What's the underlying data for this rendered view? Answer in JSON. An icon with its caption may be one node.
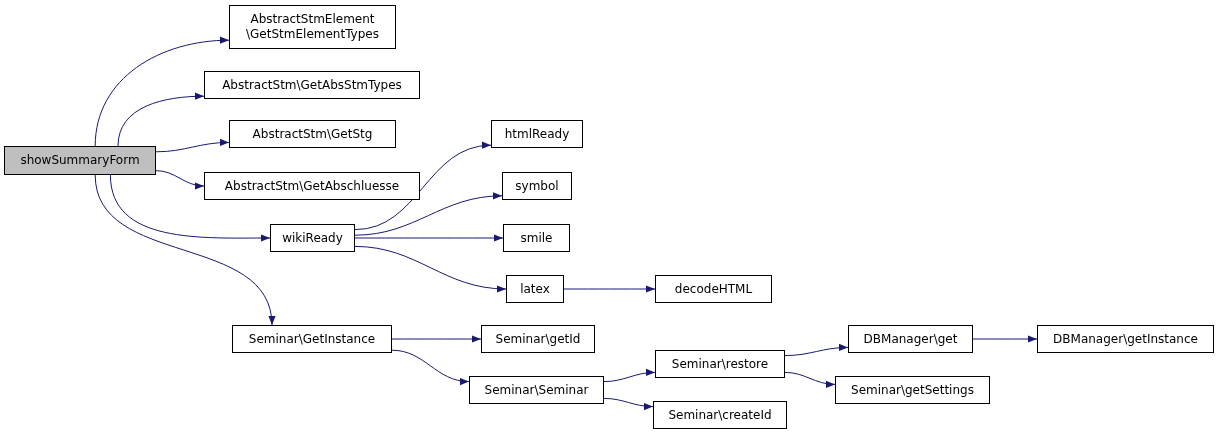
{
  "diagram": {
    "nodes": [
      {
        "text": [
          "showSummaryForm"
        ]
      },
      {
        "text": [
          "AbstractStmElement \\GetStmElementTypes"
        ]
      },
      {
        "text": [
          "AbstractStm\\GetAbsStmTypes"
        ]
      },
      {
        "text": [
          "AbstractStm\\GetStg"
        ]
      },
      {
        "text": [
          "AbstractStm\\GetAbschluesse"
        ]
      },
      {
        "text": [
          "wikiReady"
        ]
      },
      {
        "text": [
          "htmlReady"
        ]
      },
      {
        "text": [
          "symbol"
        ]
      },
      {
        "text": [
          "smile"
        ]
      },
      {
        "text": [
          "latex"
        ]
      },
      {
        "text": [
          "decodeHTML"
        ]
      },
      {
        "text": [
          "Seminar\\GetInstance"
        ]
      },
      {
        "text": [
          "Seminar\\getId"
        ]
      },
      {
        "text": [
          "Seminar\\Seminar"
        ]
      },
      {
        "text": [
          "Seminar\\restore"
        ]
      },
      {
        "text": [
          "Seminar\\createId"
        ]
      },
      {
        "text": [
          "DBManager\\get"
        ]
      },
      {
        "text": [
          "Seminar\\getSettings"
        ]
      },
      {
        "text": [
          "DBManager\\getInstance"
        ]
      }
    ],
    "edges": [
      {
        "from": 0,
        "to": 1,
        "arrow": "to"
      },
      {
        "from": 0,
        "to": 2,
        "arrow": "to"
      },
      {
        "from": 0,
        "to": 3,
        "arrow": "to"
      },
      {
        "from": 0,
        "to": 4,
        "arrow": "to"
      },
      {
        "from": 0,
        "to": 5,
        "arrow": "to"
      },
      {
        "from": 0,
        "to": 11,
        "arrow": "to"
      },
      {
        "from": 5,
        "to": 6,
        "arrow": "to"
      },
      {
        "from": 5,
        "to": 7,
        "arrow": "to"
      },
      {
        "from": 5,
        "to": 8,
        "arrow": "to"
      },
      {
        "from": 5,
        "to": 9,
        "arrow": "to"
      },
      {
        "from": 9,
        "to": 10,
        "arrow": "to"
      },
      {
        "from": 11,
        "to": 12,
        "arrow": "to"
      },
      {
        "from": 11,
        "to": 13,
        "arrow": "to"
      },
      {
        "from": 13,
        "to": 14,
        "arrow": "to"
      },
      {
        "from": 13,
        "to": 15,
        "arrow": "to"
      },
      {
        "from": 14,
        "to": 16,
        "arrow": "to"
      },
      {
        "from": 14,
        "to": 17,
        "arrow": "to"
      },
      {
        "from": 16,
        "to": 18,
        "arrow": "to"
      }
    ]
  }
}
